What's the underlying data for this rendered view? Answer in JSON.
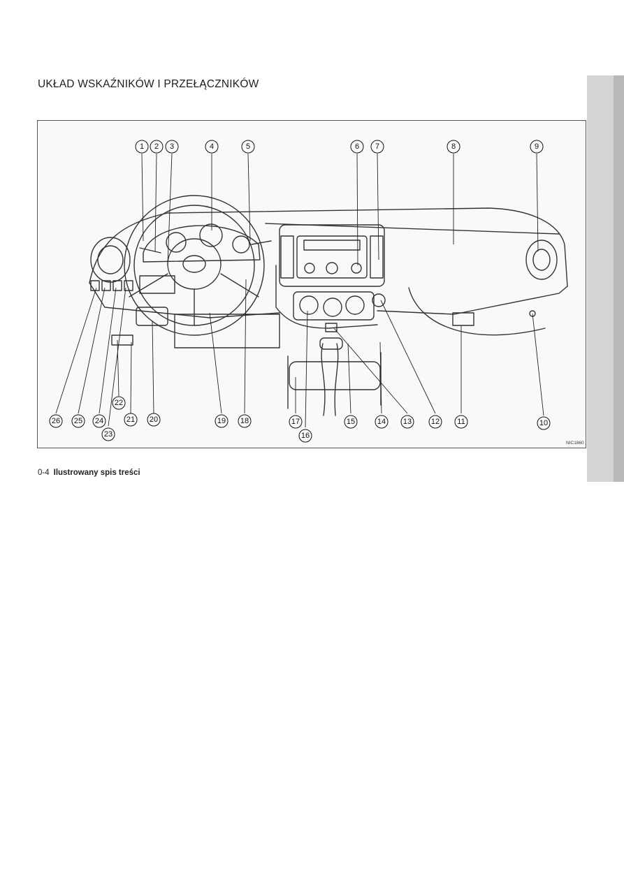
{
  "page": {
    "title": "UKŁAD WSKAŹNIKÓW I PRZEŁĄCZNIKÓW",
    "figure_code": "NIC1860",
    "footer": {
      "page_number": "0-4",
      "text": "Ilustrowany spis treści"
    }
  },
  "callouts_top": [
    "1",
    "2",
    "3",
    "4",
    "5",
    "6",
    "7",
    "8",
    "9"
  ],
  "callouts_bottom": [
    "26",
    "25",
    "24",
    "23",
    "22",
    "21",
    "20",
    "19",
    "18",
    "17",
    "16",
    "15",
    "14",
    "13",
    "12",
    "11",
    "10"
  ],
  "colors": {
    "paper": "#ffffff",
    "figure_bg": "#f9f9f9",
    "line": "#333333",
    "bleed": "#d4d4d4"
  }
}
